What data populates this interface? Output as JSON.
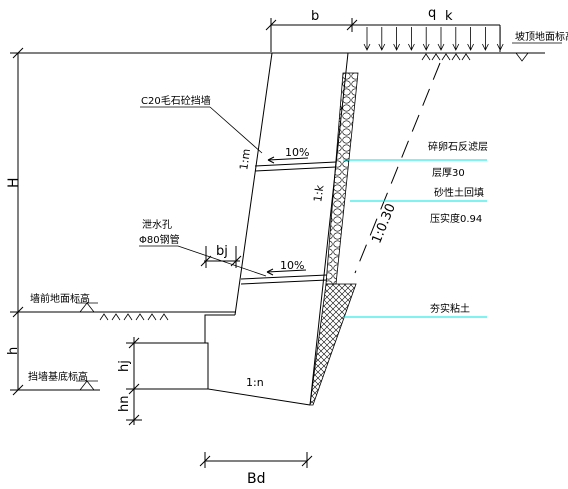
{
  "labels": {
    "b": "b",
    "q": "q",
    "k": "k",
    "top_ground": "坡顶地面标高",
    "wall_material": "C20毛石砼挡墙",
    "H": "H",
    "slope_m": "1:m",
    "drain_pct_upper": "10%",
    "filter_layer": "碎卵石反滤层",
    "filter_thickness": "层厚30",
    "backfill": "砂性土回填",
    "compaction": "压实度0.94",
    "slope_k": "1:k",
    "slope_030": "1:0.30",
    "weep_hole": "泄水孔",
    "pipe": "Φ80钢管",
    "bj": "bj",
    "drain_pct_lower": "10%",
    "front_ground": "墙前地面标高",
    "clay": "夯实粘土",
    "h": "h",
    "hj": "hj",
    "base_level": "挡墙基底标高",
    "hn": "hn",
    "slope_n": "1:n",
    "Bd": "Bd"
  },
  "colors": {
    "line": "#000000",
    "leader": "#00e5e5",
    "background": "#ffffff"
  }
}
